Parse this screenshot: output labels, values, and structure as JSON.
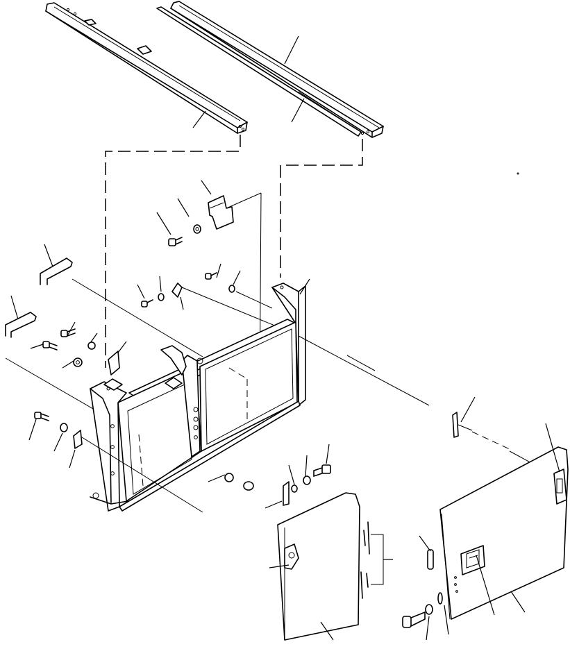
{
  "diagram": {
    "type": "exploded-parts-view",
    "background": "#ffffff",
    "line_color": "#000000",
    "parts": [
      "upper-left-rail",
      "upper-right-rail",
      "mounting-bracket",
      "frame-assembly",
      "left-grab-handle-upper",
      "left-grab-handle-lower",
      "left-side-panel",
      "right-side-panel",
      "panel-latch",
      "small-clip",
      "retaining-plate",
      "bolt",
      "lock-washer",
      "flat-washer"
    ]
  }
}
